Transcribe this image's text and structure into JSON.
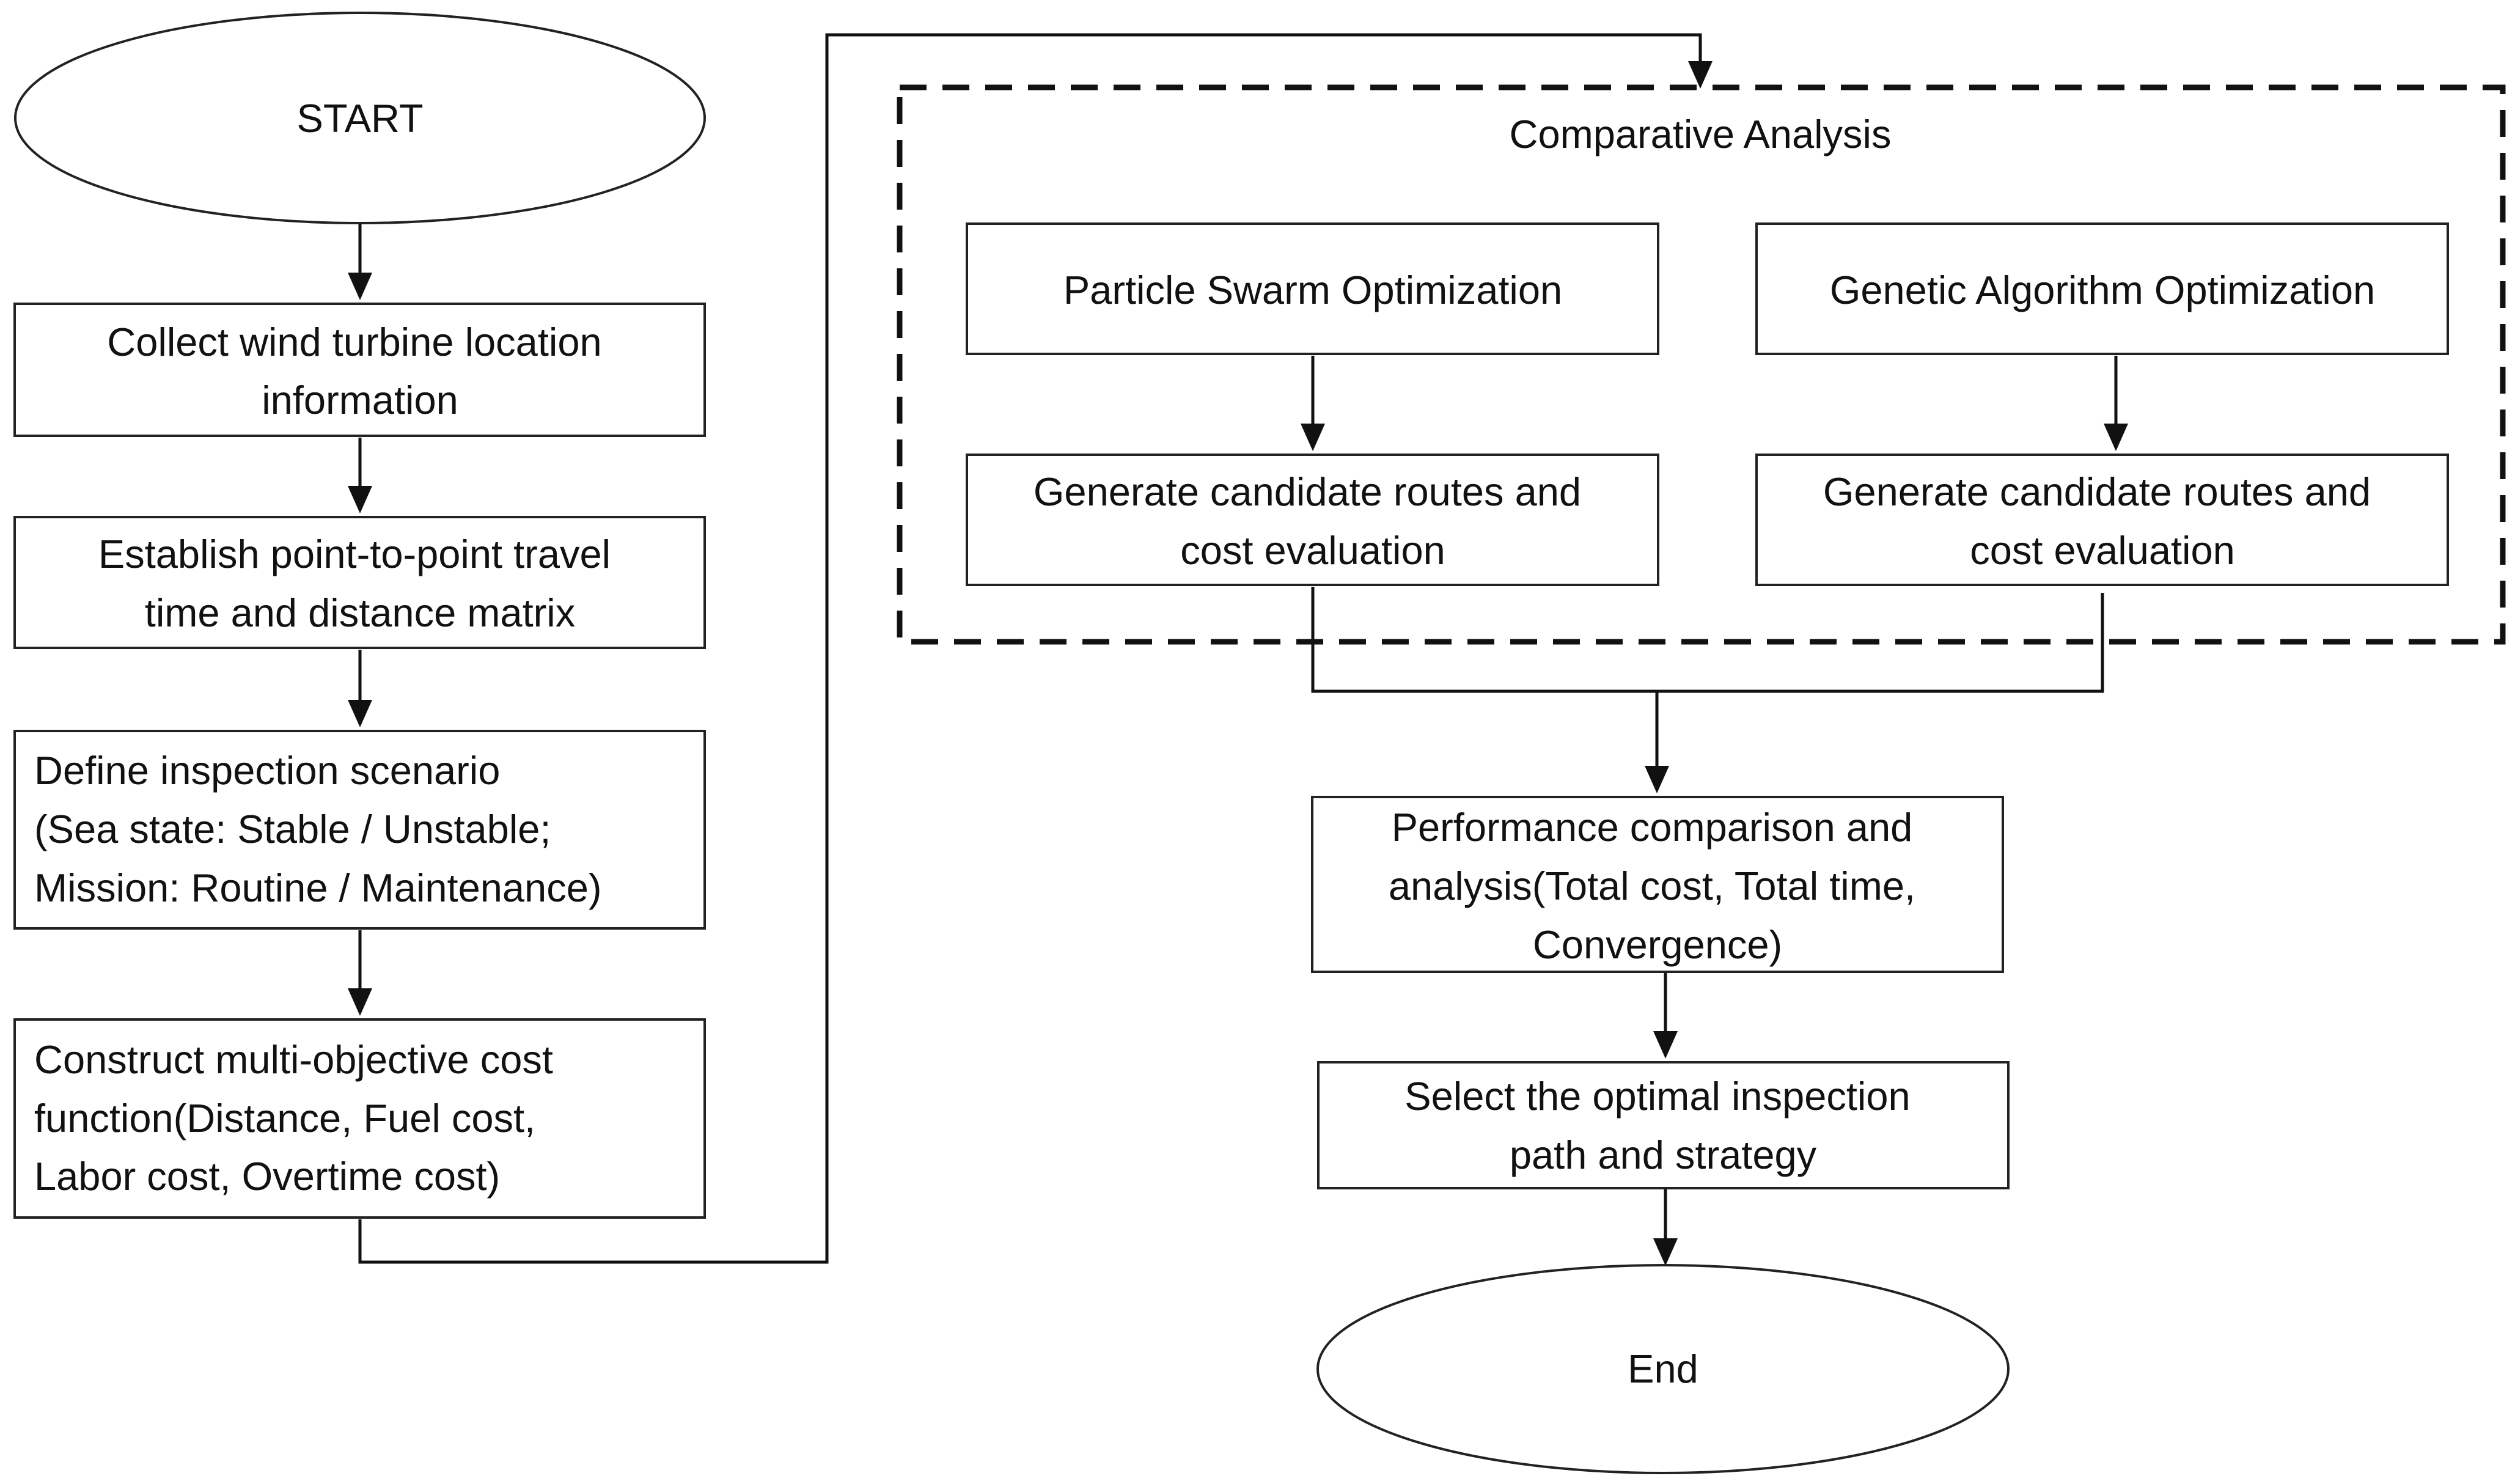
{
  "flowchart": {
    "start": "START",
    "steps": {
      "collect": [
        "Collect wind turbine location",
        "information"
      ],
      "establish": [
        "Establish point-to-point travel",
        "time and distance matrix"
      ],
      "define": [
        "Define inspection scenario",
        "(Sea state: Stable / Unstable;",
        "Mission: Routine / Maintenance)"
      ],
      "construct": [
        "Construct multi-objective cost",
        "function(Distance, Fuel cost,",
        "Labor cost, Overtime cost)"
      ]
    },
    "comparative_analysis": {
      "title": "Comparative Analysis",
      "pso": "Particle Swarm Optimization",
      "ga": "Genetic Algorithm Optimization",
      "pso_routes": [
        "Generate candidate routes and",
        "cost evaluation"
      ],
      "ga_routes": [
        "Generate candidate routes and",
        "cost evaluation"
      ]
    },
    "performance": [
      "Performance comparison and",
      "analysis(Total cost, Total time,",
      "Convergence)"
    ],
    "select": [
      "Select the optimal inspection",
      "path and strategy"
    ],
    "end": "End"
  },
  "colors": {
    "stroke": "#111111",
    "fill": "#ffffff",
    "text": "#111111"
  }
}
